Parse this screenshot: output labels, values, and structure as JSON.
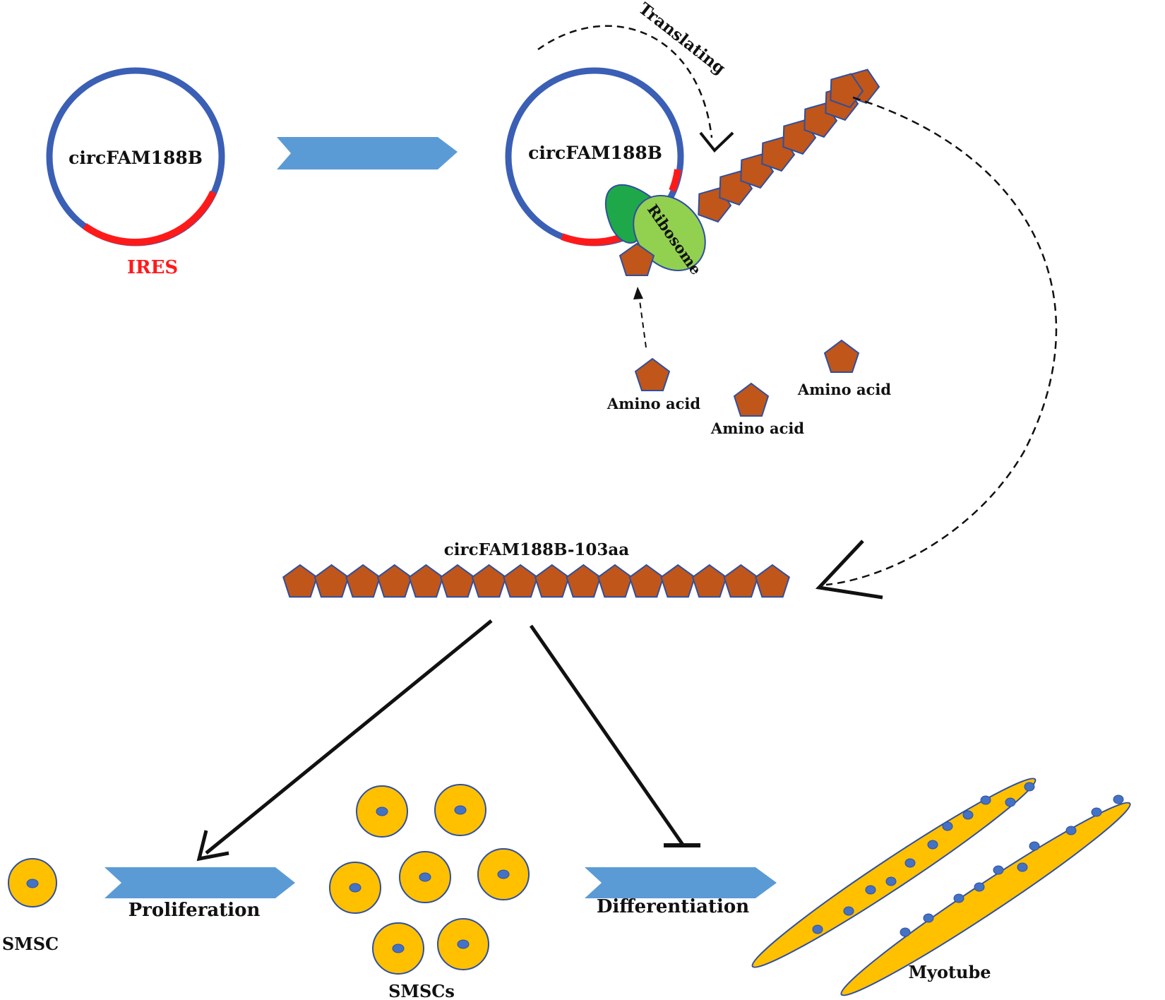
{
  "labels": {
    "circ_left": "circFAM188B",
    "circ_right": "circFAM188B",
    "ires": "IRES",
    "translating": "Translating",
    "ribosome": "Ribosome",
    "amino_acid_1": "Amino acid",
    "amino_acid_2": "Amino acid",
    "amino_acid_3": "Amino acid",
    "peptide": "circFAM188B-103aa",
    "smsc": "SMSC",
    "proliferation": "Proliferation",
    "smscs": "SMSCs",
    "differentiation": "Differentiation",
    "myotube": "Myotube"
  },
  "colors": {
    "circle_blue": "#3a5fb5",
    "ires_red": "#ff1a1a",
    "amino_brown": "#c0561a",
    "amino_stroke": "#2f4f9f",
    "process_arrow": "#5b9bd5",
    "ribosome_dark": "#1fa84a",
    "ribosome_light": "#92d050",
    "cell_yellow": "#ffc000",
    "nucleus_blue": "#4472c4"
  }
}
